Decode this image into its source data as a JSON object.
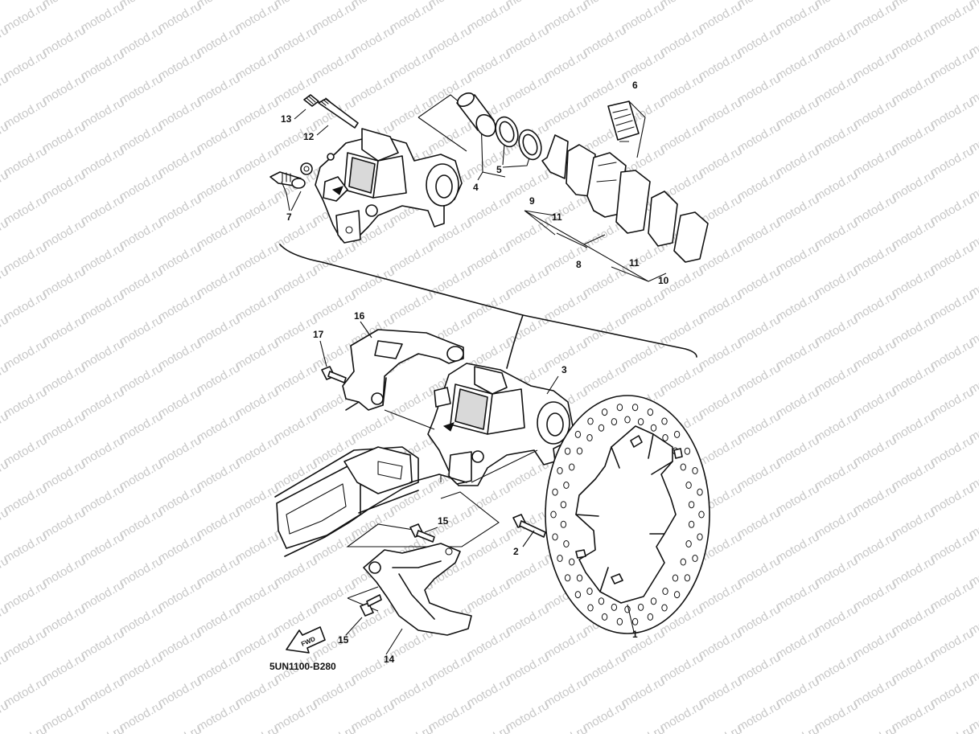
{
  "watermark": {
    "text": "motod.ru",
    "color": "#c8c8c8"
  },
  "diagram": {
    "code": "5UN1100-B280",
    "fwd_label": "FWD",
    "callouts": {
      "c1": "1",
      "c2": "2",
      "c3": "3",
      "c4": "4",
      "c5": "5",
      "c6": "6",
      "c7": "7",
      "c8": "8",
      "c9": "9",
      "c10": "10",
      "c11a": "11",
      "c11b": "11",
      "c12": "12",
      "c13": "13",
      "c14": "14",
      "c15a": "15",
      "c15b": "15",
      "c16": "16",
      "c17": "17"
    }
  }
}
